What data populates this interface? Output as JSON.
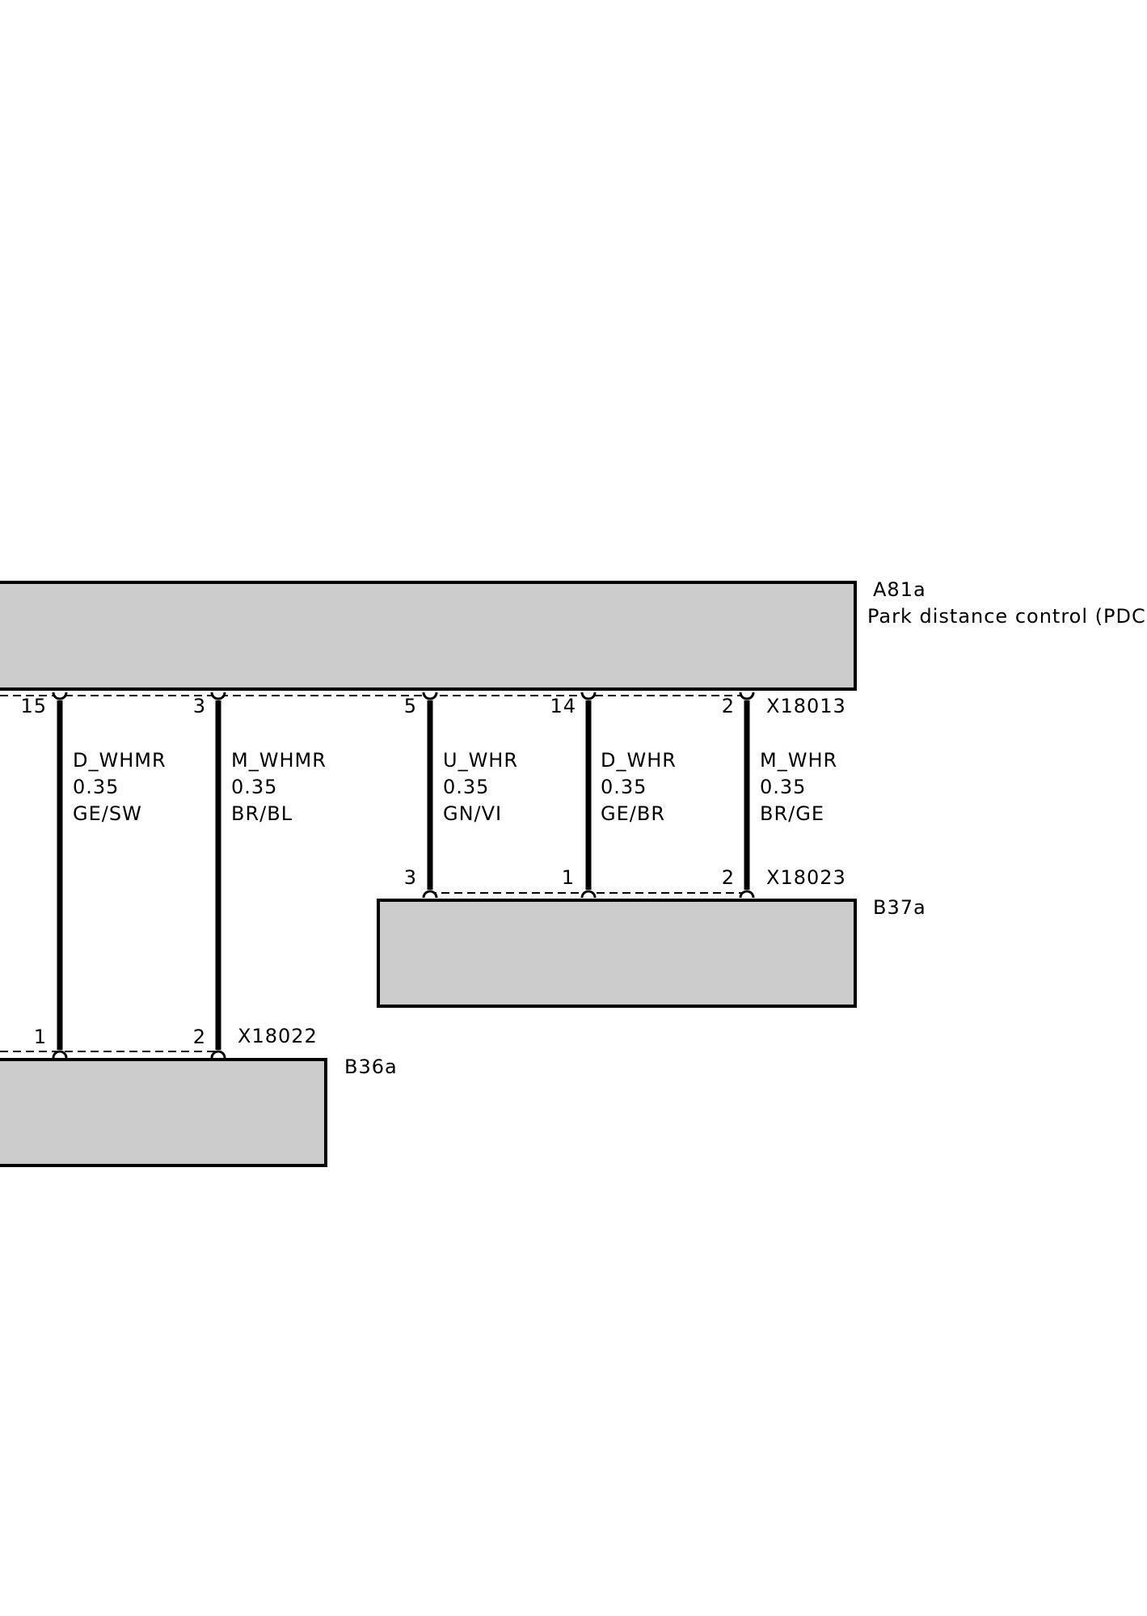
{
  "colors": {
    "component_fill": "#cccccc",
    "line": "#000000"
  },
  "components": {
    "a81a": {
      "id": "A81a",
      "desc": "Park distance control (PDC)"
    },
    "b37a": {
      "id": "B37a"
    },
    "b36a": {
      "id": "B36a"
    }
  },
  "connectors": {
    "x18013": "X18013",
    "x18023": "X18023",
    "x18022": "X18022"
  },
  "partial_edge_label": "-",
  "wires": [
    {
      "name": "D_WHMR",
      "size": "0.35",
      "color": "GE/SW",
      "top_pin": "15",
      "bottom_pin": "1"
    },
    {
      "name": "M_WHMR",
      "size": "0.35",
      "color": "BR/BL",
      "top_pin": "3",
      "bottom_pin": "2"
    },
    {
      "name": "U_WHR",
      "size": "0.35",
      "color": "GN/VI",
      "top_pin": "5",
      "bottom_pin": "3"
    },
    {
      "name": "D_WHR",
      "size": "0.35",
      "color": "GE/BR",
      "top_pin": "14",
      "bottom_pin": "1"
    },
    {
      "name": "M_WHR",
      "size": "0.35",
      "color": "BR/GE",
      "top_pin": "2",
      "bottom_pin": "2"
    }
  ]
}
